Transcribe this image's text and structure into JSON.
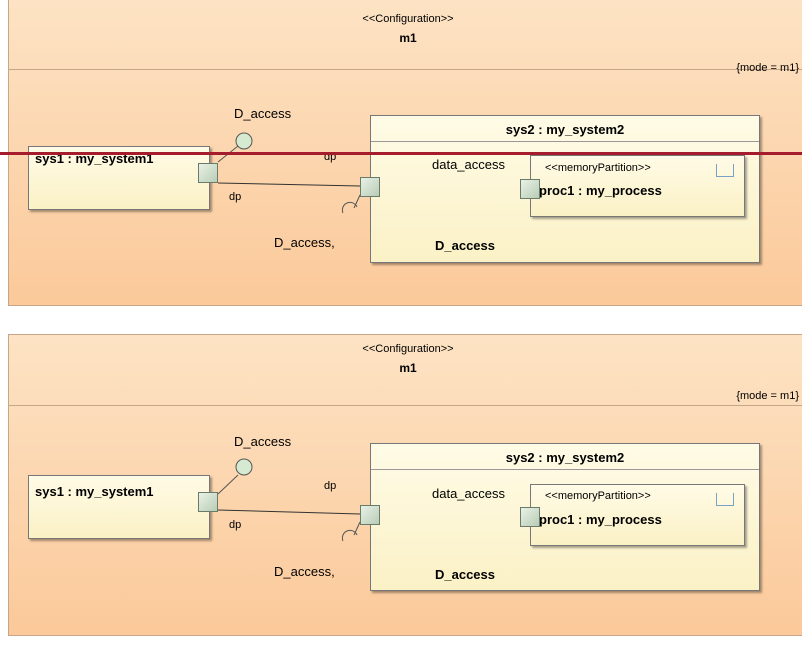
{
  "diagrams": [
    {
      "stereotype": "<<Configuration>>",
      "name": "m1",
      "mode": "{mode = m1}",
      "sys1": {
        "title": "sys1 : my_system1"
      },
      "sys2": {
        "title": "sys2 : my_system2"
      },
      "proc1": {
        "stereotype": "<<memoryPartition>>",
        "title": "proc1 : my_process"
      },
      "labels": {
        "d_access_top": "D_access",
        "dp_top": "dp",
        "dp_bottom": "dp",
        "d_access_left": "D_access,",
        "data_access": "data_access",
        "d_access_bottom": "D_access"
      }
    },
    {
      "stereotype": "<<Configuration>>",
      "name": "m1",
      "mode": "{mode = m1}",
      "sys1": {
        "title": "sys1 : my_system1"
      },
      "sys2": {
        "title": "sys2 : my_system2"
      },
      "proc1": {
        "stereotype": "<<memoryPartition>>",
        "title": "proc1 : my_process"
      },
      "labels": {
        "d_access_top": "D_access",
        "dp_top": "dp",
        "dp_bottom": "dp",
        "d_access_left": "D_access,",
        "data_access": "data_access",
        "d_access_bottom": "D_access"
      }
    }
  ],
  "colors": {
    "overlay_line": "#a51d2d",
    "config_fill": "#fbc99a",
    "part_fill": "#fdf6d8"
  }
}
